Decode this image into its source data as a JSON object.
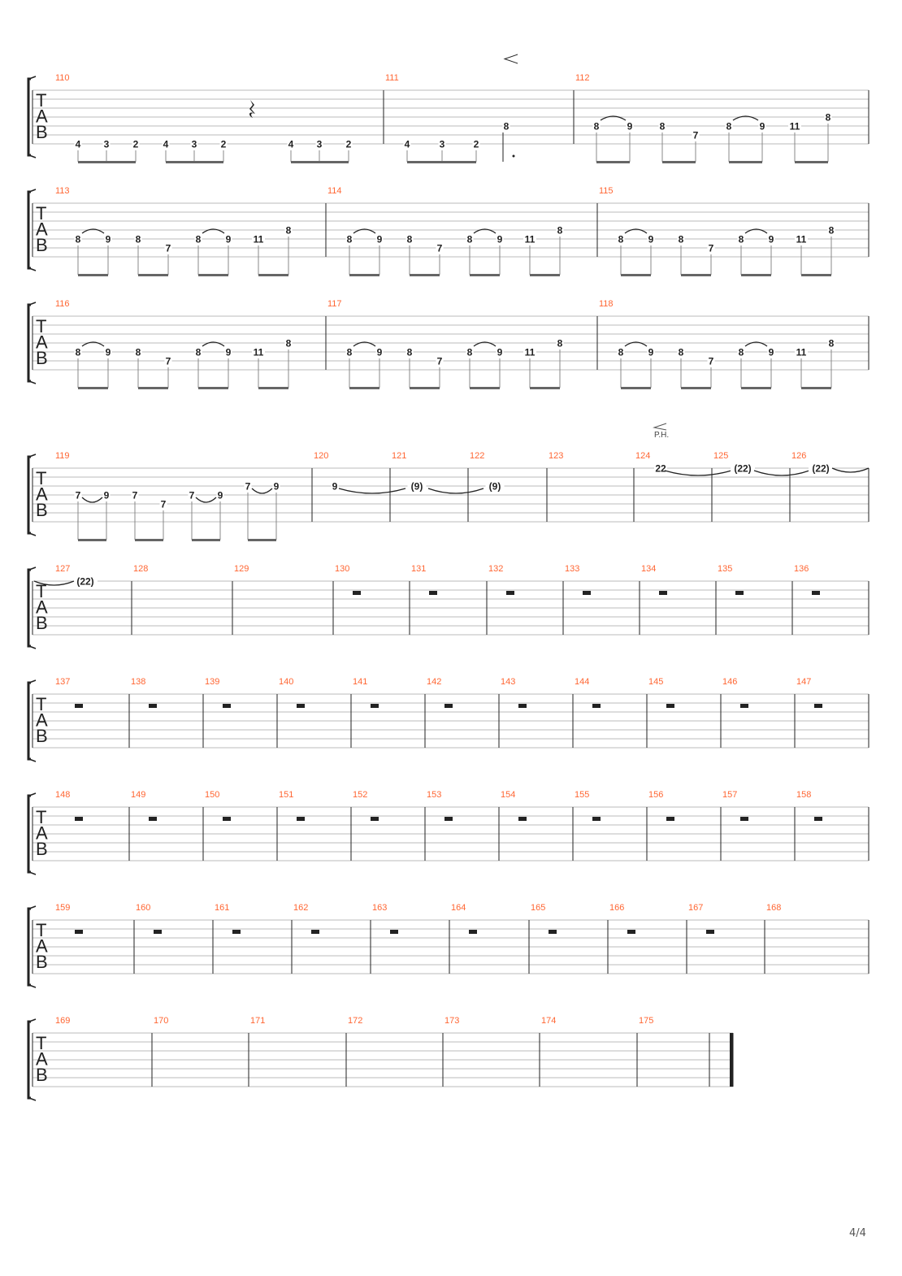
{
  "page_number": "4/4",
  "tab_clef": [
    "T",
    "A",
    "B"
  ],
  "colors": {
    "measure_number": "#ff6633",
    "ink": "#222222",
    "staff_line": "#bbbbbb",
    "beam": "#666666"
  },
  "annotations": {
    "palm_harmonic": "P.H.",
    "crescendo_measure": "111",
    "palm_harmonic_measure": "124"
  },
  "systems": [
    {
      "measures": [
        {
          "n": "110",
          "rest": "quarter",
          "notes": [
            {
              "f": "4",
              "s": 7
            },
            {
              "f": "3",
              "s": 7
            },
            {
              "f": "2",
              "s": 7
            },
            {
              "f": "4",
              "s": 7
            },
            {
              "f": "3",
              "s": 7
            },
            {
              "f": "2",
              "s": 7
            },
            {
              "f": "4",
              "s": 7
            },
            {
              "f": "3",
              "s": 7
            },
            {
              "f": "2",
              "s": 7
            }
          ],
          "beams": [
            [
              0,
              1,
              2
            ],
            [
              3,
              4,
              5
            ],
            [
              6,
              7,
              8
            ]
          ]
        },
        {
          "n": "111",
          "notes": [
            {
              "f": "4",
              "s": 7
            },
            {
              "f": "3",
              "s": 7
            },
            {
              "f": "2",
              "s": 7
            },
            {
              "f": "8",
              "s": 5,
              "dotted": true
            }
          ],
          "beams": [
            [
              0,
              1,
              2
            ]
          ]
        },
        {
          "n": "112",
          "notes": [
            {
              "f": "8",
              "s": 5,
              "t": 1
            },
            {
              "f": "9",
              "s": 5
            },
            {
              "f": "8",
              "s": 5
            },
            {
              "f": "7",
              "s": 6
            },
            {
              "f": "8",
              "s": 5,
              "t": 1
            },
            {
              "f": "9",
              "s": 5
            },
            {
              "f": "11",
              "s": 5
            },
            {
              "f": "8",
              "s": 4
            }
          ],
          "beams": [
            [
              0,
              1
            ],
            [
              2,
              3
            ],
            [
              4,
              5
            ],
            [
              6,
              7
            ]
          ]
        }
      ]
    },
    {
      "measures": [
        {
          "n": "113",
          "notes": [
            {
              "f": "8",
              "s": 5,
              "t": 1
            },
            {
              "f": "9",
              "s": 5
            },
            {
              "f": "8",
              "s": 5
            },
            {
              "f": "7",
              "s": 6
            },
            {
              "f": "8",
              "s": 5,
              "t": 1
            },
            {
              "f": "9",
              "s": 5
            },
            {
              "f": "11",
              "s": 5
            },
            {
              "f": "8",
              "s": 4
            }
          ],
          "beams": [
            [
              0,
              1
            ],
            [
              2,
              3
            ],
            [
              4,
              5
            ],
            [
              6,
              7
            ]
          ]
        },
        {
          "n": "114",
          "notes": [
            {
              "f": "8",
              "s": 5,
              "t": 1
            },
            {
              "f": "9",
              "s": 5
            },
            {
              "f": "8",
              "s": 5
            },
            {
              "f": "7",
              "s": 6
            },
            {
              "f": "8",
              "s": 5,
              "t": 1
            },
            {
              "f": "9",
              "s": 5
            },
            {
              "f": "11",
              "s": 5
            },
            {
              "f": "8",
              "s": 4
            }
          ],
          "beams": [
            [
              0,
              1
            ],
            [
              2,
              3
            ],
            [
              4,
              5
            ],
            [
              6,
              7
            ]
          ]
        },
        {
          "n": "115",
          "notes": [
            {
              "f": "8",
              "s": 5,
              "t": 1
            },
            {
              "f": "9",
              "s": 5
            },
            {
              "f": "8",
              "s": 5
            },
            {
              "f": "7",
              "s": 6
            },
            {
              "f": "8",
              "s": 5,
              "t": 1
            },
            {
              "f": "9",
              "s": 5
            },
            {
              "f": "11",
              "s": 5
            },
            {
              "f": "8",
              "s": 4
            }
          ],
          "beams": [
            [
              0,
              1
            ],
            [
              2,
              3
            ],
            [
              4,
              5
            ],
            [
              6,
              7
            ]
          ]
        }
      ]
    },
    {
      "measures": [
        {
          "n": "116",
          "notes": [
            {
              "f": "8",
              "s": 5,
              "t": 1
            },
            {
              "f": "9",
              "s": 5
            },
            {
              "f": "8",
              "s": 5
            },
            {
              "f": "7",
              "s": 6
            },
            {
              "f": "8",
              "s": 5,
              "t": 1
            },
            {
              "f": "9",
              "s": 5
            },
            {
              "f": "11",
              "s": 5
            },
            {
              "f": "8",
              "s": 4
            }
          ],
          "beams": [
            [
              0,
              1
            ],
            [
              2,
              3
            ],
            [
              4,
              5
            ],
            [
              6,
              7
            ]
          ]
        },
        {
          "n": "117",
          "notes": [
            {
              "f": "8",
              "s": 5,
              "t": 1
            },
            {
              "f": "9",
              "s": 5
            },
            {
              "f": "8",
              "s": 5
            },
            {
              "f": "7",
              "s": 6
            },
            {
              "f": "8",
              "s": 5,
              "t": 1
            },
            {
              "f": "9",
              "s": 5
            },
            {
              "f": "11",
              "s": 5
            },
            {
              "f": "8",
              "s": 4
            }
          ],
          "beams": [
            [
              0,
              1
            ],
            [
              2,
              3
            ],
            [
              4,
              5
            ],
            [
              6,
              7
            ]
          ]
        },
        {
          "n": "118",
          "notes": [
            {
              "f": "8",
              "s": 5,
              "t": 1
            },
            {
              "f": "9",
              "s": 5
            },
            {
              "f": "8",
              "s": 5
            },
            {
              "f": "7",
              "s": 6
            },
            {
              "f": "8",
              "s": 5,
              "t": 1
            },
            {
              "f": "9",
              "s": 5
            },
            {
              "f": "11",
              "s": 5
            },
            {
              "f": "8",
              "s": 4
            }
          ],
          "beams": [
            [
              0,
              1
            ],
            [
              2,
              3
            ],
            [
              4,
              5
            ],
            [
              6,
              7
            ]
          ]
        }
      ]
    },
    {
      "measures": [
        {
          "n": "119",
          "notes": [
            {
              "f": "7",
              "s": 4,
              "t": 1
            },
            {
              "f": "9",
              "s": 4
            },
            {
              "f": "7",
              "s": 4
            },
            {
              "f": "7",
              "s": 5
            },
            {
              "f": "7",
              "s": 4,
              "t": 1
            },
            {
              "f": "9",
              "s": 4
            },
            {
              "f": "7",
              "s": 3,
              "t": 1
            },
            {
              "f": "9",
              "s": 3
            }
          ],
          "beams": [
            [
              0,
              1
            ],
            [
              2,
              3
            ],
            [
              4,
              5
            ],
            [
              6,
              7
            ]
          ]
        },
        {
          "n": "120",
          "notes": [
            {
              "f": "9",
              "s": 3,
              "t": 1
            }
          ]
        },
        {
          "n": "121",
          "notes": [
            {
              "f": "(9)",
              "s": 3,
              "t": 1
            }
          ]
        },
        {
          "n": "122",
          "notes": [
            {
              "f": "(9)",
              "s": 3
            }
          ]
        },
        {
          "n": "123",
          "notes": []
        },
        {
          "n": "124",
          "notes": [
            {
              "f": "22",
              "s": 1,
              "t": 1
            }
          ]
        },
        {
          "n": "125",
          "notes": [
            {
              "f": "(22)",
              "s": 1,
              "t": 1
            }
          ]
        },
        {
          "n": "126",
          "notes": [
            {
              "f": "(22)",
              "s": 1,
              "t": "out"
            }
          ]
        }
      ]
    },
    {
      "measures": [
        {
          "n": "127",
          "notes": [
            {
              "f": "(22)",
              "s": 1,
              "in": true
            }
          ]
        },
        {
          "n": "128",
          "notes": []
        },
        {
          "n": "129",
          "notes": []
        },
        {
          "n": "130",
          "rest": "whole"
        },
        {
          "n": "131",
          "rest": "whole"
        },
        {
          "n": "132",
          "rest": "whole"
        },
        {
          "n": "133",
          "rest": "whole"
        },
        {
          "n": "134",
          "rest": "whole"
        },
        {
          "n": "135",
          "rest": "whole"
        },
        {
          "n": "136",
          "rest": "whole"
        }
      ]
    },
    {
      "measures": [
        {
          "n": "137",
          "rest": "whole"
        },
        {
          "n": "138",
          "rest": "whole"
        },
        {
          "n": "139",
          "rest": "whole"
        },
        {
          "n": "140",
          "rest": "whole"
        },
        {
          "n": "141",
          "rest": "whole"
        },
        {
          "n": "142",
          "rest": "whole"
        },
        {
          "n": "143",
          "rest": "whole"
        },
        {
          "n": "144",
          "rest": "whole"
        },
        {
          "n": "145",
          "rest": "whole"
        },
        {
          "n": "146",
          "rest": "whole"
        },
        {
          "n": "147",
          "rest": "whole"
        }
      ]
    },
    {
      "measures": [
        {
          "n": "148",
          "rest": "whole"
        },
        {
          "n": "149",
          "rest": "whole"
        },
        {
          "n": "150",
          "rest": "whole"
        },
        {
          "n": "151",
          "rest": "whole"
        },
        {
          "n": "152",
          "rest": "whole"
        },
        {
          "n": "153",
          "rest": "whole"
        },
        {
          "n": "154",
          "rest": "whole"
        },
        {
          "n": "155",
          "rest": "whole"
        },
        {
          "n": "156",
          "rest": "whole"
        },
        {
          "n": "157",
          "rest": "whole"
        },
        {
          "n": "158",
          "rest": "whole"
        }
      ]
    },
    {
      "measures": [
        {
          "n": "159",
          "rest": "whole"
        },
        {
          "n": "160",
          "rest": "whole"
        },
        {
          "n": "161",
          "rest": "whole"
        },
        {
          "n": "162",
          "rest": "whole"
        },
        {
          "n": "163",
          "rest": "whole"
        },
        {
          "n": "164",
          "rest": "whole"
        },
        {
          "n": "165",
          "rest": "whole"
        },
        {
          "n": "166",
          "rest": "whole"
        },
        {
          "n": "167",
          "rest": "whole"
        },
        {
          "n": "168"
        }
      ]
    },
    {
      "measures": [
        {
          "n": "169"
        },
        {
          "n": "170"
        },
        {
          "n": "171"
        },
        {
          "n": "172"
        },
        {
          "n": "173"
        },
        {
          "n": "174"
        },
        {
          "n": "175",
          "final": true
        }
      ]
    }
  ]
}
